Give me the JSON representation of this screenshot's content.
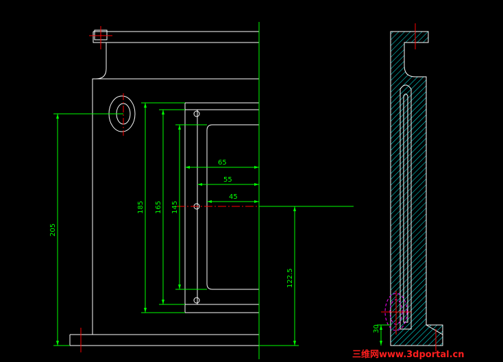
{
  "colors": {
    "background": "#000000",
    "outline": "#ffffff",
    "dimension": "#00ff00",
    "centerline": "#ff0000",
    "hidden_circle": "#ff00ff",
    "hatch": "#00ffff",
    "watermark": "#ff1e1e"
  },
  "dimensions": {
    "d65": "65",
    "d55": "55",
    "d45": "45",
    "d185": "185",
    "d165": "165",
    "d145": "145",
    "d205": "205",
    "d122_5": "122.5",
    "d30": "30"
  },
  "watermark": {
    "text": "三维网www.3dportal.cn"
  }
}
